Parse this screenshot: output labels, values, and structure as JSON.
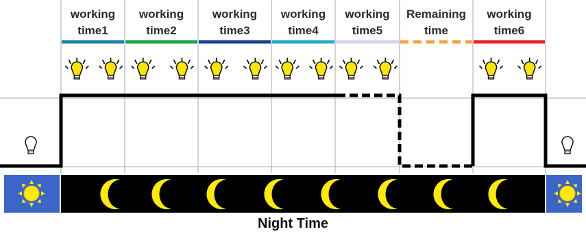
{
  "segments": [
    {
      "line1": "working",
      "line2": "time1",
      "color": "#1d7fae",
      "dashed": false,
      "active": true
    },
    {
      "line1": "working",
      "line2": "time2",
      "color": "#22a04a",
      "dashed": false,
      "active": true
    },
    {
      "line1": "working",
      "line2": "time3",
      "color": "#1f3f93",
      "dashed": false,
      "active": true
    },
    {
      "line1": "working",
      "line2": "time4",
      "color": "#27a9d6",
      "dashed": false,
      "active": true
    },
    {
      "line1": "working",
      "line2": "time5",
      "color": "#dcd2ea",
      "dashed": false,
      "active": true
    },
    {
      "line1": "Remaining",
      "line2": "time",
      "color": "#f6a43a",
      "dashed": true,
      "active": false
    },
    {
      "line1": "working",
      "line2": "time6",
      "color": "#e8222b",
      "dashed": false,
      "active": true
    }
  ],
  "footer": {
    "label": "Night Time"
  },
  "colors": {
    "night_band": "#000000",
    "moon": "#ffea00",
    "sun": "#ffea00",
    "day_sky": "#3b66c8",
    "bulb_on": "#ffe600"
  },
  "icons": {
    "bulb_on": "lit-bulb-icon",
    "bulb_off": "unlit-bulb-icon",
    "moon": "crescent-moon-icon",
    "sun": "sun-icon"
  }
}
